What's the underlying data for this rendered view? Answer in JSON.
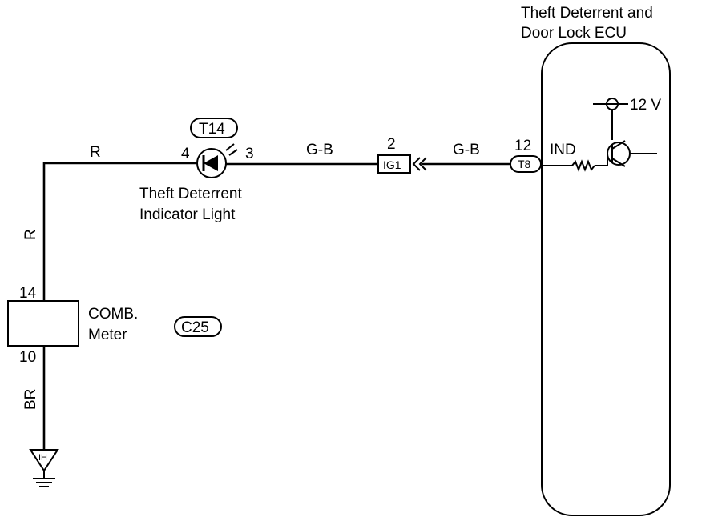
{
  "ecu": {
    "title_line1": "Theft Deterrent and",
    "title_line2": "Door Lock ECU",
    "supply": "12 V",
    "terminal_name": "IND",
    "connector": "T8",
    "pin": "12"
  },
  "indicator": {
    "connector": "T14",
    "pin_left": "4",
    "pin_right": "3",
    "name_line1": "Theft Deterrent",
    "name_line2": "Indicator Light"
  },
  "junction": {
    "pin": "2",
    "label": "IG1"
  },
  "meter": {
    "name_line1": "COMB.",
    "name_line2": "Meter",
    "connector": "C25",
    "pin_top": "14",
    "pin_bottom": "10"
  },
  "ground": {
    "label": "IH"
  },
  "wires": {
    "r_top": "R",
    "r_vertical": "R",
    "gb_left": "G-B",
    "gb_right": "G-B",
    "br": "BR"
  }
}
